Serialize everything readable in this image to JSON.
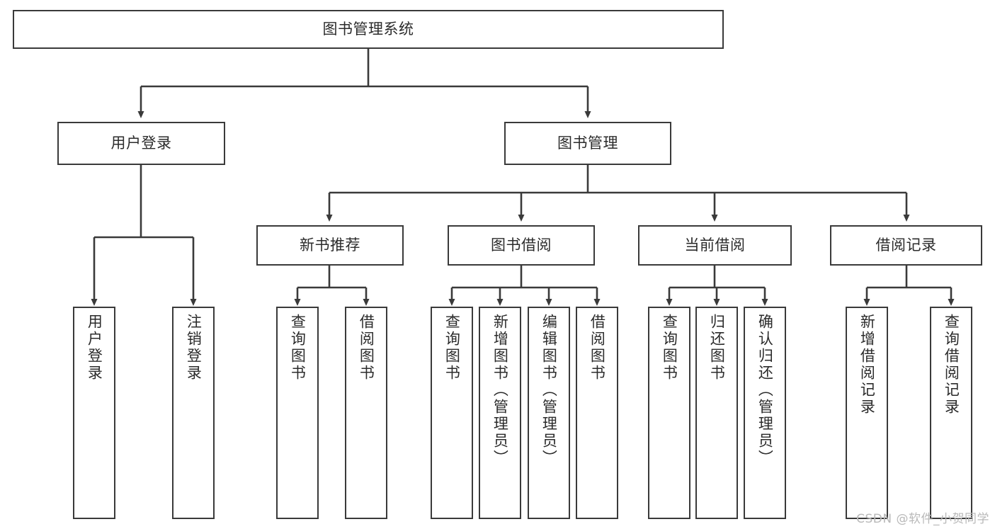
{
  "diagram": {
    "title": "图书管理系统",
    "type": "tree-hierarchy-diagram",
    "colors": {
      "box_border": "#3a3a3a",
      "box_fill": "#ffffff",
      "connector": "#3a3a3a",
      "text": "#2b2b2b",
      "watermark": "#b9b9b9"
    },
    "root": {
      "label": "图书管理系统"
    },
    "level2": [
      {
        "label": "用户登录"
      },
      {
        "label": "图书管理"
      }
    ],
    "level3": [
      {
        "label": "新书推荐"
      },
      {
        "label": "图书借阅"
      },
      {
        "label": "当前借阅"
      },
      {
        "label": "借阅记录"
      }
    ],
    "leaves": [
      {
        "label": "用户登录",
        "parent": "用户登录"
      },
      {
        "label": "注销登录",
        "parent": "用户登录"
      },
      {
        "label": "查询图书",
        "parent": "新书推荐"
      },
      {
        "label": "借阅图书",
        "parent": "新书推荐"
      },
      {
        "label": "查询图书",
        "parent": "图书借阅"
      },
      {
        "label": "新增图书（管理员）",
        "parent": "图书借阅"
      },
      {
        "label": "编辑图书（管理员）",
        "parent": "图书借阅"
      },
      {
        "label": "借阅图书",
        "parent": "图书借阅"
      },
      {
        "label": "查询图书",
        "parent": "当前借阅"
      },
      {
        "label": "归还图书",
        "parent": "当前借阅"
      },
      {
        "label": "确认归还（管理员）",
        "parent": "当前借阅"
      },
      {
        "label": "新增借阅记录",
        "parent": "借阅记录"
      },
      {
        "label": "查询借阅记录",
        "parent": "借阅记录"
      }
    ]
  },
  "watermark": {
    "text": "CSDN @软件_小贺同学"
  }
}
